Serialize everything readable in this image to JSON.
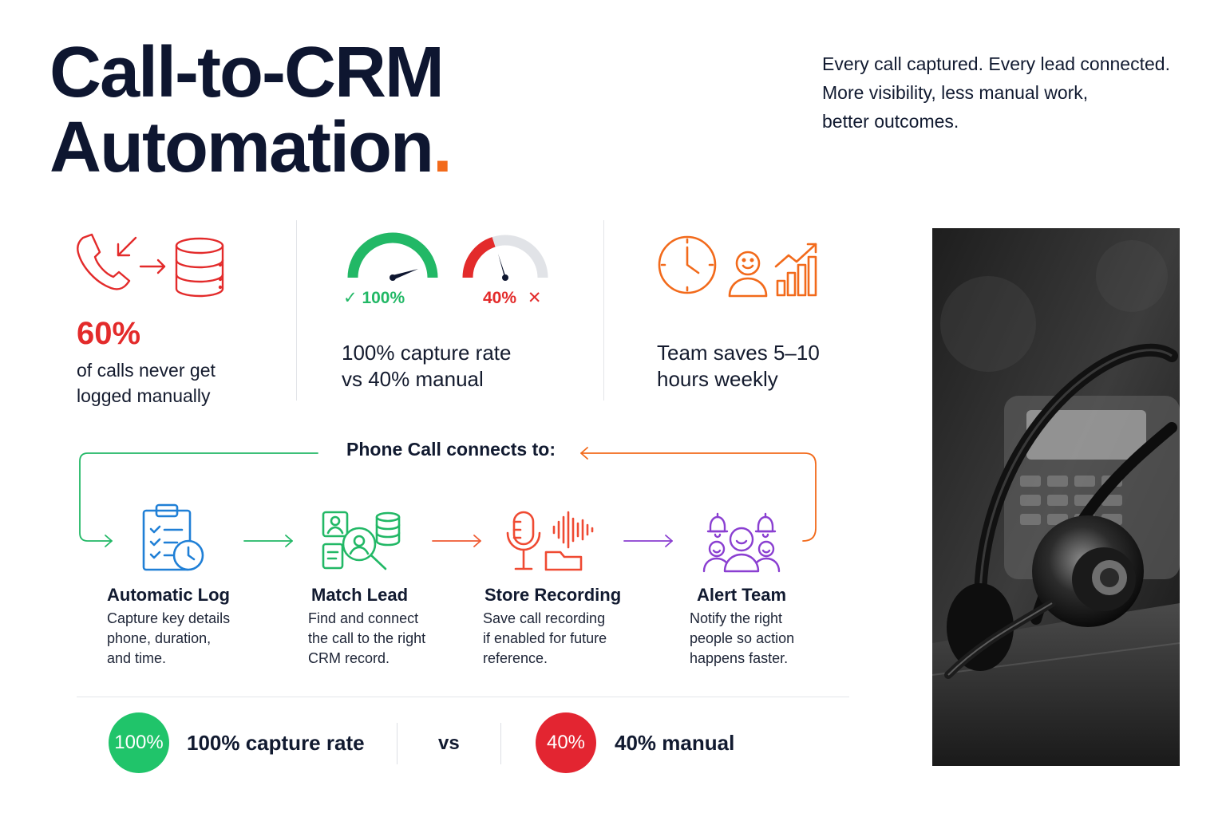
{
  "title": {
    "line1": "Call-to-CRM",
    "line2": "Automation",
    "dot": "."
  },
  "tagline": [
    "Every call captured. Every lead connected.",
    "More visibility, less manual work,",
    "better outcomes."
  ],
  "stats": {
    "logging": {
      "value": "60%",
      "text_line1": "of calls never get",
      "text_line2": "logged manually"
    },
    "capture": {
      "gauge_auto_label": "100%",
      "gauge_auto_fill": 1.0,
      "gauge_manual_label": "40%",
      "gauge_manual_fill": 0.4,
      "text_line1": "100% capture rate",
      "text_line2": "vs 40% manual"
    },
    "savings": {
      "text_line1": "Team saves 5–10",
      "text_line2": "hours weekly"
    }
  },
  "flow": {
    "heading": "Phone Call connects to:",
    "steps": [
      {
        "title": "Automatic Log",
        "desc": [
          "Capture key details",
          "phone, duration,",
          "and time."
        ]
      },
      {
        "title": "Match Lead",
        "desc": [
          "Find and connect",
          "the call to the right",
          "CRM record."
        ]
      },
      {
        "title": "Store Recording",
        "desc": [
          "Save call recording",
          "if enabled for future",
          "reference."
        ]
      },
      {
        "title": "Alert Team",
        "desc": [
          "Notify the right",
          "people so action",
          "happens faster."
        ]
      }
    ]
  },
  "comparison": {
    "auto_badge": "100%",
    "auto_text": "100% capture rate",
    "vs": "vs",
    "manual_badge": "40%",
    "manual_text": "40% manual"
  },
  "colors": {
    "accent_orange": "#f26a1b",
    "red": "#e32b2b",
    "green": "#22b866",
    "blue": "#1f7fd6",
    "purple": "#8a3fd1",
    "navy": "#0e1630"
  },
  "icons": {
    "logging": [
      "phone-incoming-icon",
      "arrow-right-icon",
      "database-icon"
    ],
    "capture": [
      "gauge-full-icon",
      "check-icon",
      "gauge-partial-icon",
      "x-icon"
    ],
    "savings": [
      "clock-icon",
      "smiley-user-icon",
      "growth-chart-icon"
    ],
    "steps": [
      "clipboard-clock-icon",
      "lead-search-icon",
      "microphone-folder-icon",
      "team-bell-icon"
    ]
  }
}
